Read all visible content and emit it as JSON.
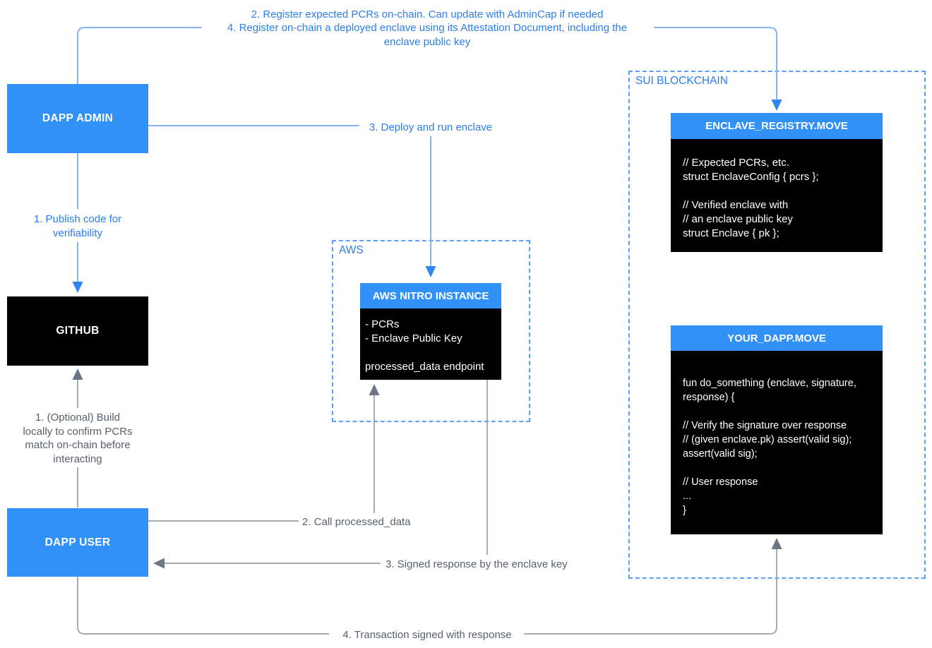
{
  "colors": {
    "node_blue": "#3191F6",
    "node_black": "#000000",
    "text_blue": "#2C7EEE",
    "line_blue": "#86B4F1",
    "arrow_blue": "#2E86F0",
    "dashed_border_blue": "#5BA0F6",
    "line_gray": "#99A0AB",
    "arrow_gray": "#6C7584",
    "text_gray": "#57606F"
  },
  "annotations": {
    "register_line1": "2. Register expected PCRs on-chain. Can update with AdminCap if needed",
    "register_line2": "4. Register on-chain a deployed enclave using its Attestation Document, including the",
    "register_line3": "enclave public key",
    "deploy": "3. Deploy and run enclave",
    "publish_line1": "1. Publish code for",
    "publish_line2": "verifiability",
    "optional_line1": "1. (Optional) Build",
    "optional_line2": "locally to confirm PCRs",
    "optional_line3": "match on-chain before",
    "optional_line4": "interacting",
    "call": "2. Call processed_data",
    "signed": "3. Signed response by the enclave key",
    "transaction": "4. Transaction signed with response"
  },
  "nodes": {
    "dapp_admin": {
      "label": "DAPP ADMIN"
    },
    "github": {
      "label": "GITHUB"
    },
    "dapp_user": {
      "label": "DAPP USER"
    },
    "aws": {
      "label": "AWS",
      "nitro": {
        "title": "AWS NITRO INSTANCE",
        "lines": [
          "- PCRs",
          "- Enclave Public Key",
          "",
          "processed_data endpoint"
        ]
      }
    },
    "sui": {
      "label": "SUI BLOCKCHAIN",
      "enclave_registry": {
        "title": "ENCLAVE_REGISTRY.MOVE",
        "lines": [
          "// Expected PCRs, etc.",
          "struct EnclaveConfig { pcrs };",
          "",
          "// Verified enclave with",
          "// an enclave public key",
          "struct Enclave { pk };"
        ]
      },
      "your_dapp": {
        "title": "YOUR_DAPP.MOVE",
        "lines": [
          "fun do_something (enclave, signature,",
          "response) {",
          "",
          "// Verify the signature over response",
          "// (given enclave.pk) assert(valid sig);",
          "assert(valid sig);",
          "",
          "// User response",
          "...",
          "}"
        ]
      }
    }
  }
}
